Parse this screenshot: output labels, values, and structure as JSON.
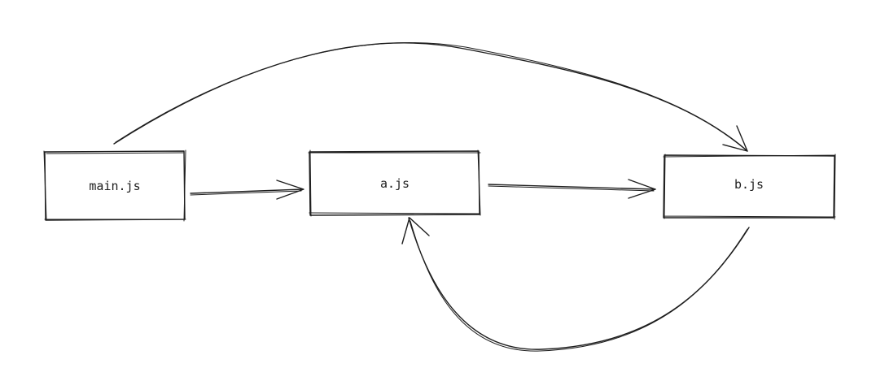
{
  "diagram": {
    "colors": {
      "background": "#ffffff",
      "stroke": "#1e1e1e"
    },
    "nodes": [
      {
        "id": "main",
        "label": "main.js"
      },
      {
        "id": "a",
        "label": "a.js"
      },
      {
        "id": "b",
        "label": "b.js"
      }
    ],
    "edges": [
      {
        "from": "main",
        "to": "a"
      },
      {
        "from": "a",
        "to": "b"
      },
      {
        "from": "main",
        "to": "b"
      },
      {
        "from": "b",
        "to": "a"
      }
    ]
  }
}
